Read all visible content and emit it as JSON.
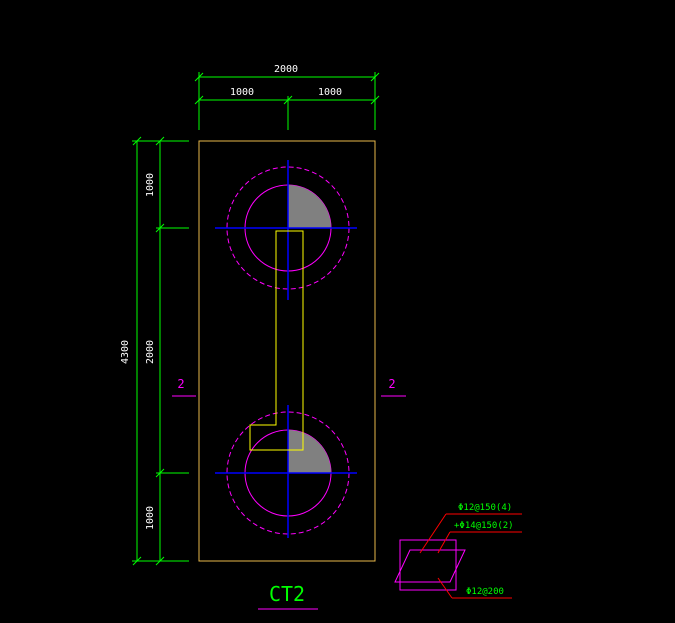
{
  "colors": {
    "background": "#000000",
    "dimension": "#00ff00",
    "outline": "#e8b84a",
    "pile_dashed": "#ff00ff",
    "pile_solid": "#ff00ff",
    "axis": "#0000ff",
    "beam": "#ffff00",
    "section_mark": "#ff00ff",
    "title": "#00ff00",
    "rebar_text": "#00ff00",
    "leader": "#ff0000",
    "fill": "#808080"
  },
  "dimensions": {
    "top_total": "2000",
    "top_left": "1000",
    "top_right": "1000",
    "left_total": "4300",
    "left_top": "1000",
    "left_middle": "2000",
    "left_bottom": "1000"
  },
  "section_marks": {
    "left": "2",
    "right": "2"
  },
  "title": "CT2",
  "rebar_labels": {
    "line1": "Φ12@150(4)",
    "line2": "+Φ14@150(2)",
    "line3": "Φ12@200"
  }
}
